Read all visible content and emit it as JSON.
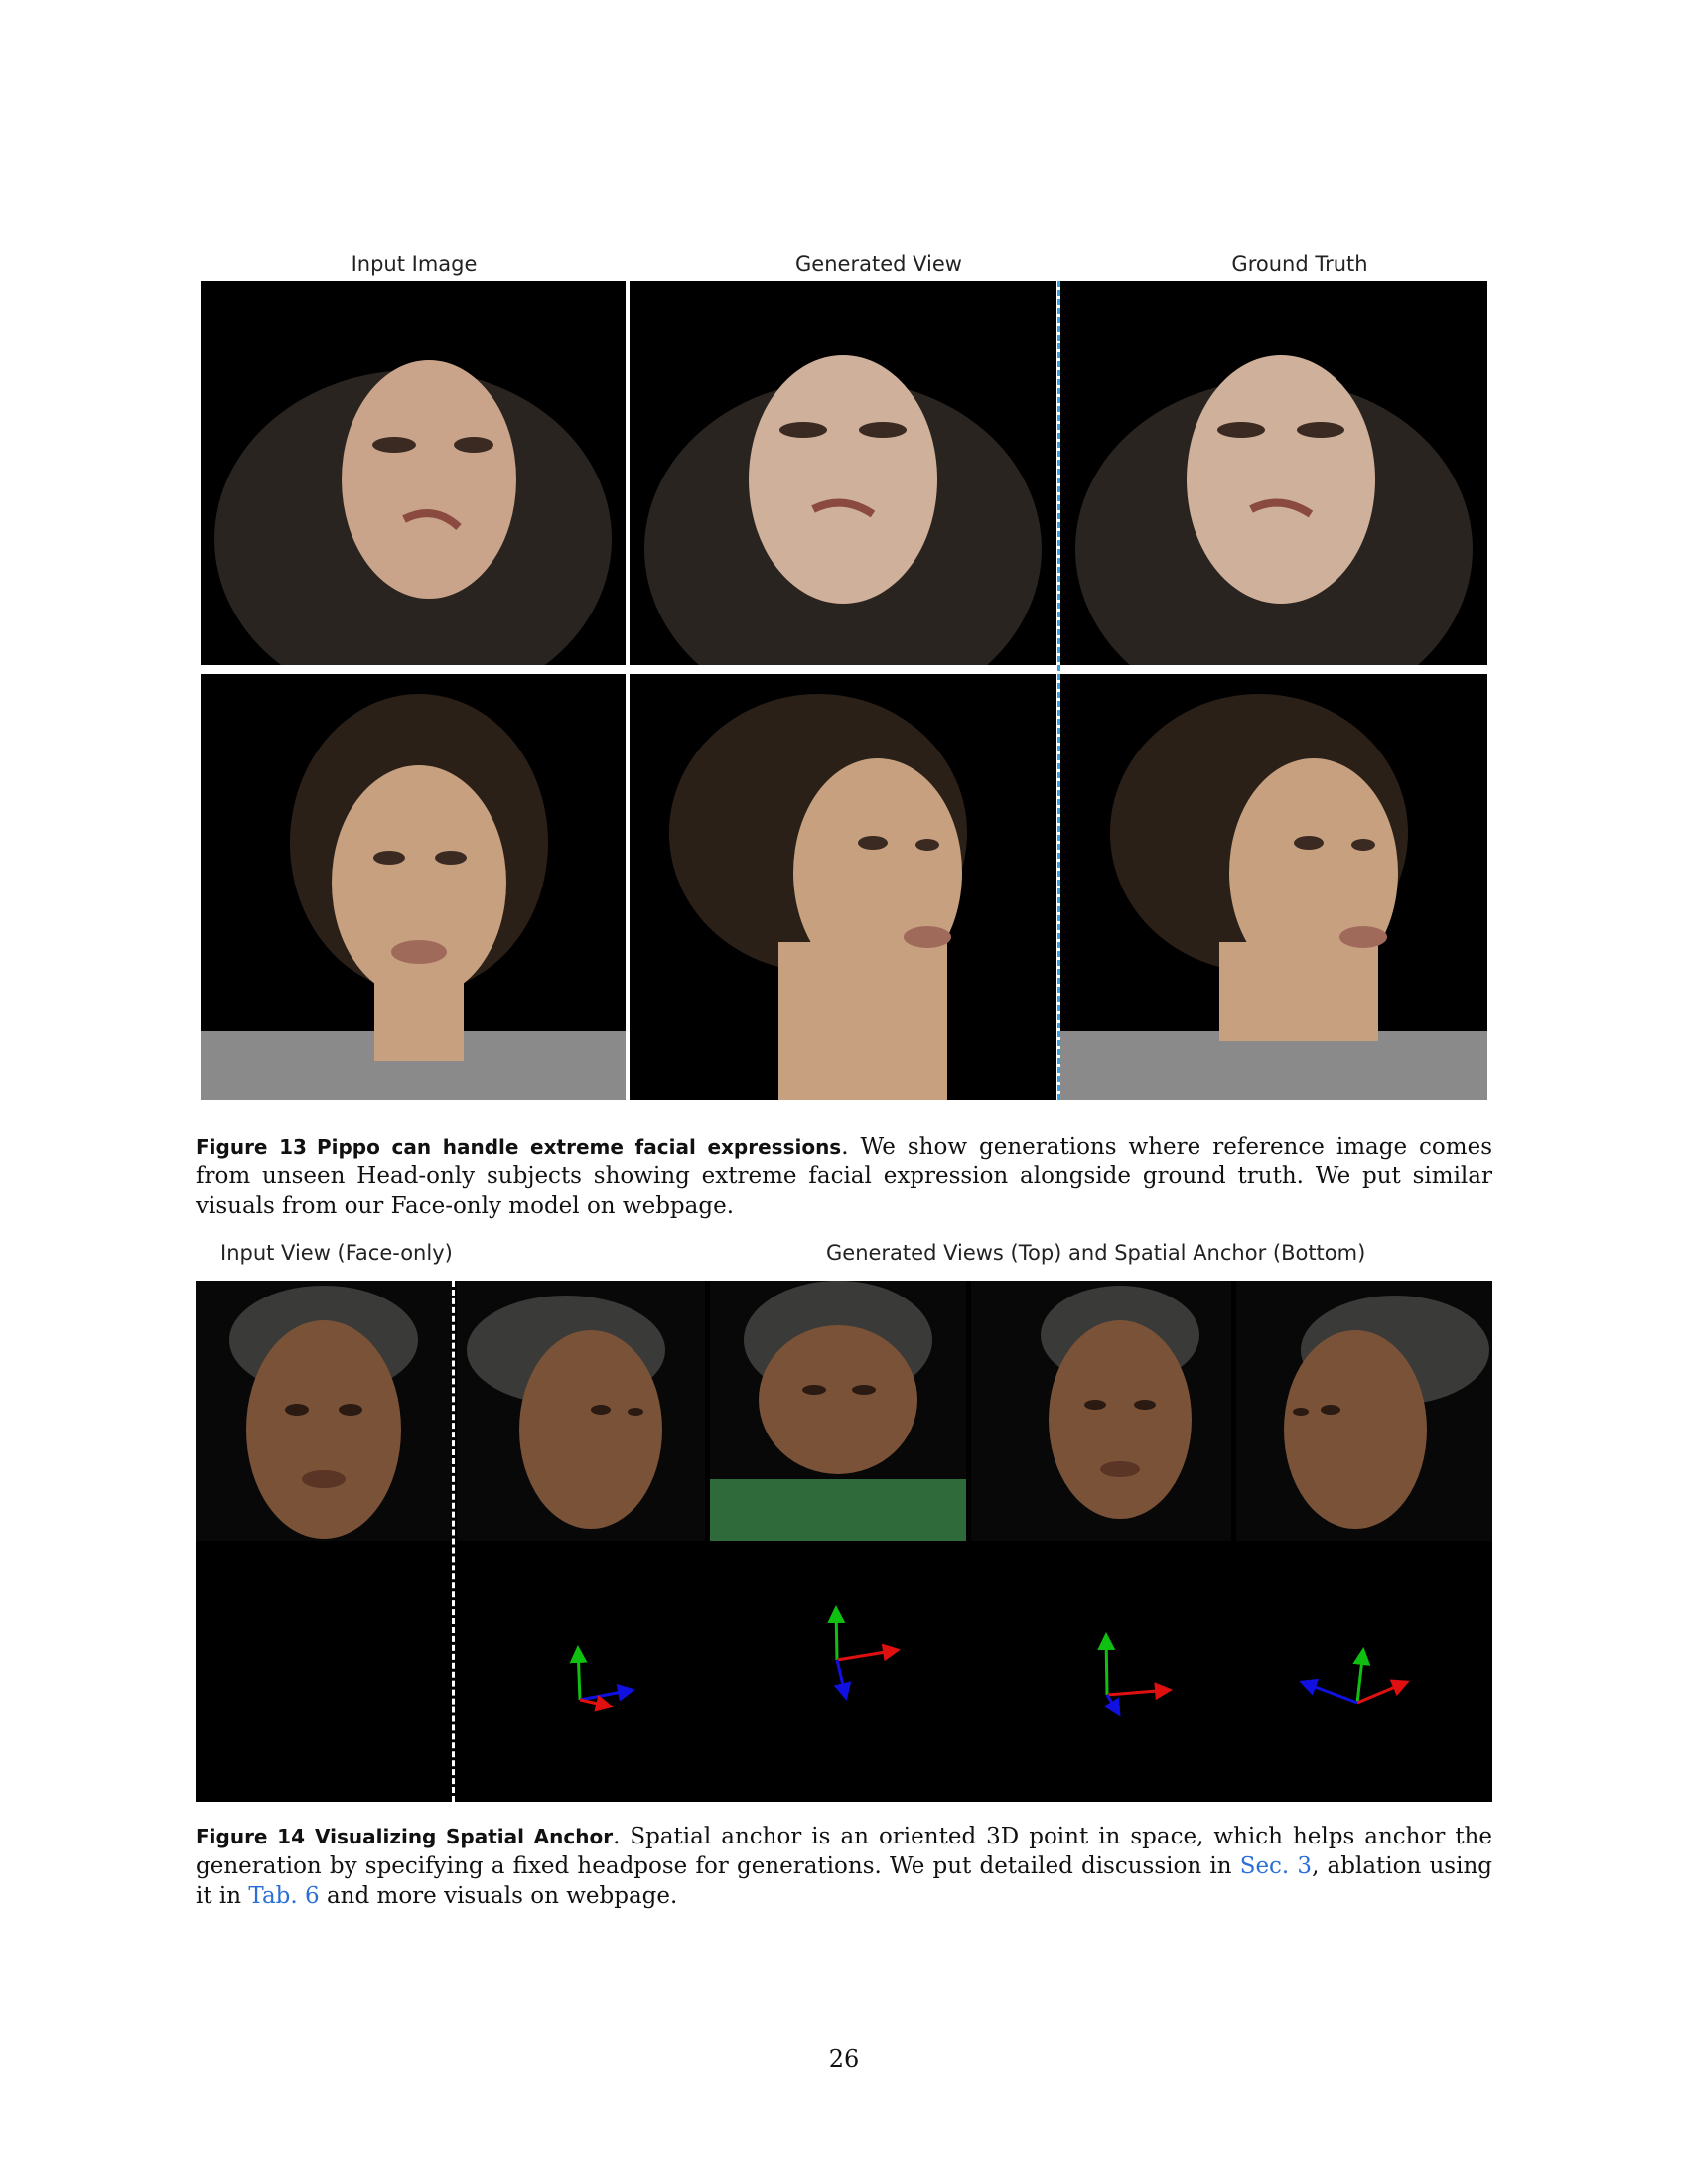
{
  "figure13": {
    "col_labels": [
      "Input Image",
      "Generated View",
      "Ground Truth"
    ],
    "label": "Figure 13",
    "title": "Pippo can handle extreme facial expressions",
    "text": ". We show generations where reference image comes from unseen Head-only subjects showing extreme facial expression alongside ground truth. We put similar visuals from our Face-only model on webpage."
  },
  "figure14": {
    "label_left": "Input View (Face-only)",
    "label_right": "Generated Views (Top) and  Spatial Anchor (Bottom)",
    "label": "Figure 14",
    "title": "Visualizing Spatial Anchor",
    "text_1": ". Spatial anchor is an oriented 3D point in space, which helps anchor the generation by specifying a fixed headpose for generations. We put detailed discussion in ",
    "link_1": "Sec. 3",
    "text_2": ", ablation using it in ",
    "link_2": "Tab. 6",
    "text_3": " and more visuals on webpage."
  },
  "page_number": "26",
  "colors": {
    "link": "#2a6fd6",
    "divider_blue": "#3aa0e6",
    "axis_x": "#e01010",
    "axis_y": "#10c010",
    "axis_z": "#1010e0"
  },
  "icons": [
    "face-photo",
    "coordinate-axes"
  ]
}
